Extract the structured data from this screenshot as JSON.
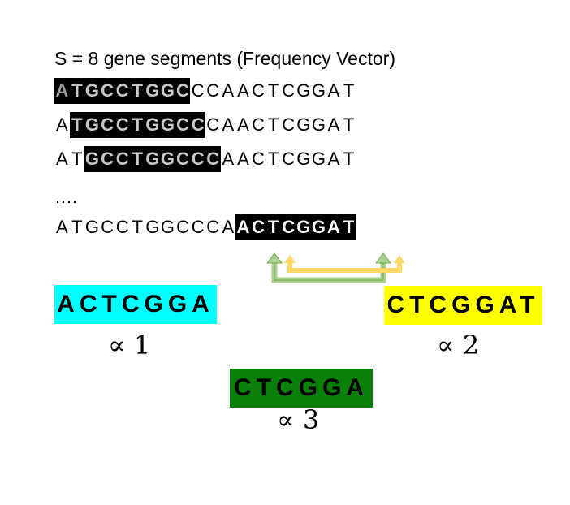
{
  "title": "S = 8 gene segments (Frequency Vector)",
  "ellipsis": "….",
  "sequences": [
    {
      "pre": "",
      "highlight": "ATGCCTGGC",
      "post": "CCAACTCGGAT"
    },
    {
      "pre": "A",
      "highlight": "TGCCTGGCC",
      "post": "CAACTCGGAT"
    },
    {
      "pre": "AT",
      "highlight": "GCCTGGCCC",
      "post": "AACTCGGAT"
    },
    {
      "pre": "ATGCCTGGCCCA",
      "highlight": "ACTCGGAT",
      "post": ""
    }
  ],
  "subsegments": [
    {
      "label": "ACTCGGA",
      "color": "#00FFFF",
      "proportional": "∝ 1"
    },
    {
      "label": "CTCGGAT",
      "color": "#FFFF00",
      "proportional": "∝ 2"
    },
    {
      "label": "CTCGGA",
      "color": "#0A7F0A",
      "proportional": "∝ 3"
    }
  ],
  "arrow_colors": {
    "green": "#A9D08E",
    "yellow": "#FFD966"
  }
}
